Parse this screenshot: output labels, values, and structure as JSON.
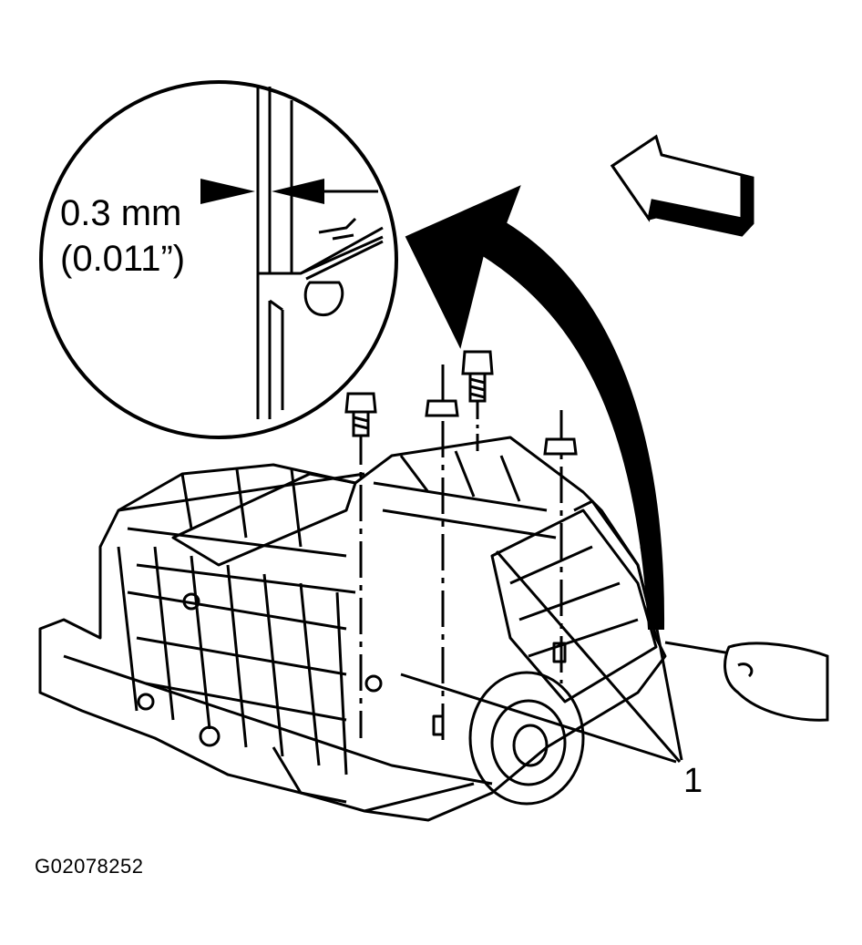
{
  "diagram": {
    "dimension_metric": "0.3 mm",
    "dimension_imperial": "(0.011”)",
    "callout_label": "1",
    "figure_id": "G02078252"
  },
  "colors": {
    "ink": "#000000",
    "paper": "#ffffff"
  }
}
